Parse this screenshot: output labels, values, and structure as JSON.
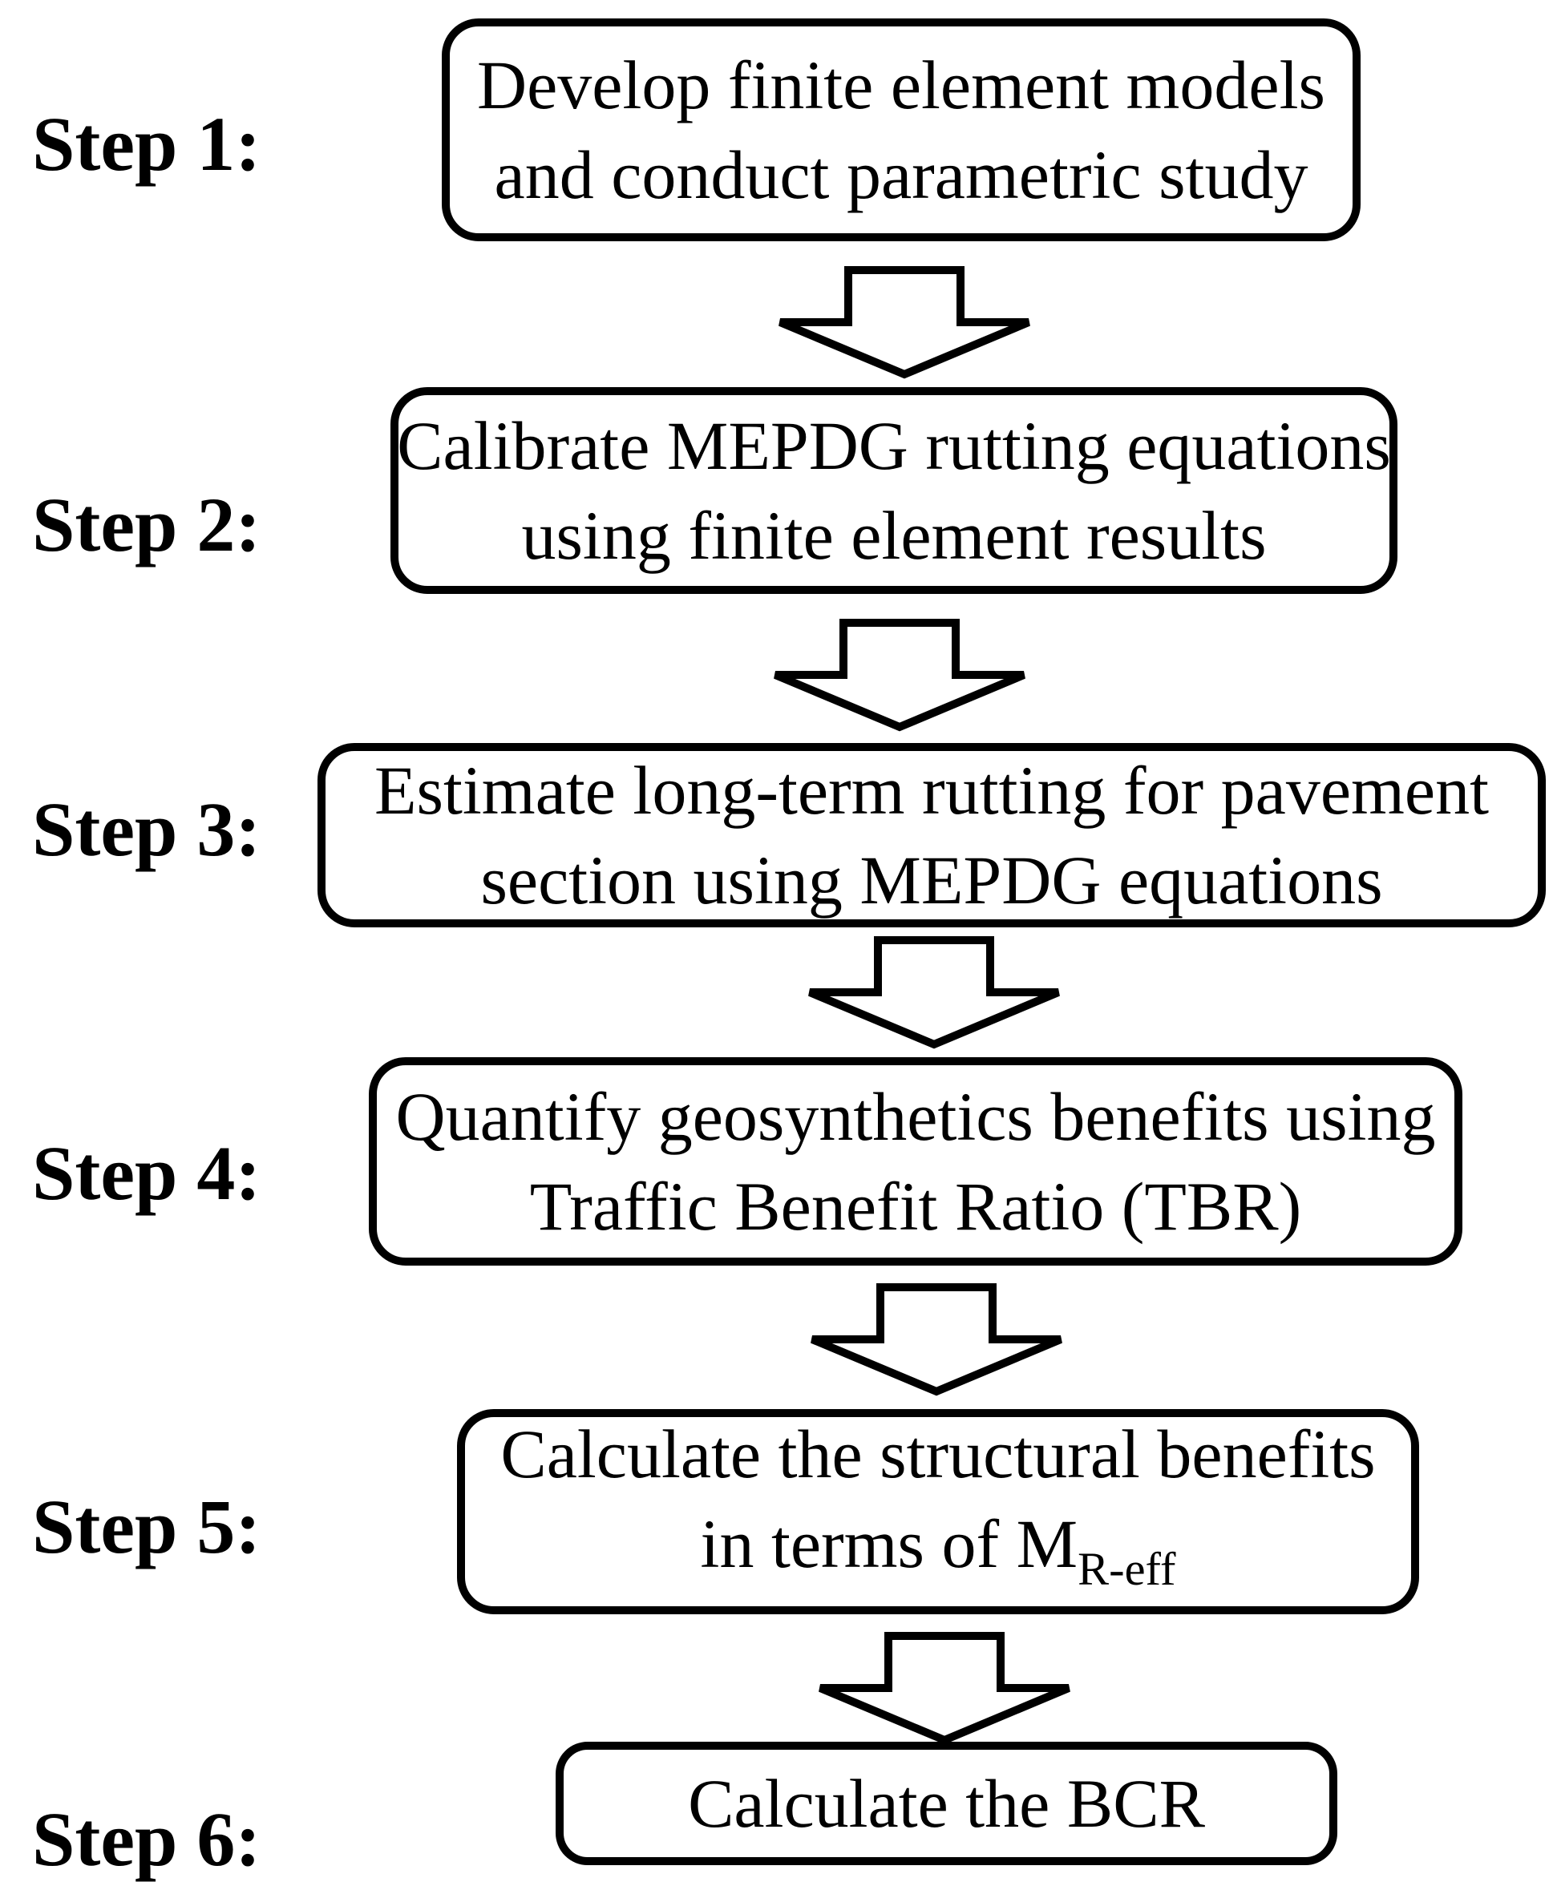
{
  "diagram": {
    "type": "flowchart",
    "background_color": "#ffffff",
    "line_color": "#000000",
    "connector_icon": "down-block-arrow",
    "steps": [
      {
        "label": "Step 1:",
        "lines": [
          "Develop finite element models",
          "and conduct parametric study"
        ]
      },
      {
        "label": "Step 2:",
        "lines": [
          "Calibrate MEPDG rutting equations",
          "using finite element results"
        ]
      },
      {
        "label": "Step 3:",
        "lines": [
          "Estimate long-term rutting for pavement",
          "section using MEPDG equations"
        ]
      },
      {
        "label": "Step 4:",
        "lines": [
          "Quantify geosynthetics benefits using",
          "Traffic Benefit Ratio (TBR)"
        ]
      },
      {
        "label": "Step 5:",
        "lines": [
          "Calculate the structural benefits",
          "in terms of M"
        ],
        "subscript": "R-eff"
      },
      {
        "label": "Step 6:",
        "lines": [
          "Calculate the BCR"
        ]
      }
    ]
  }
}
